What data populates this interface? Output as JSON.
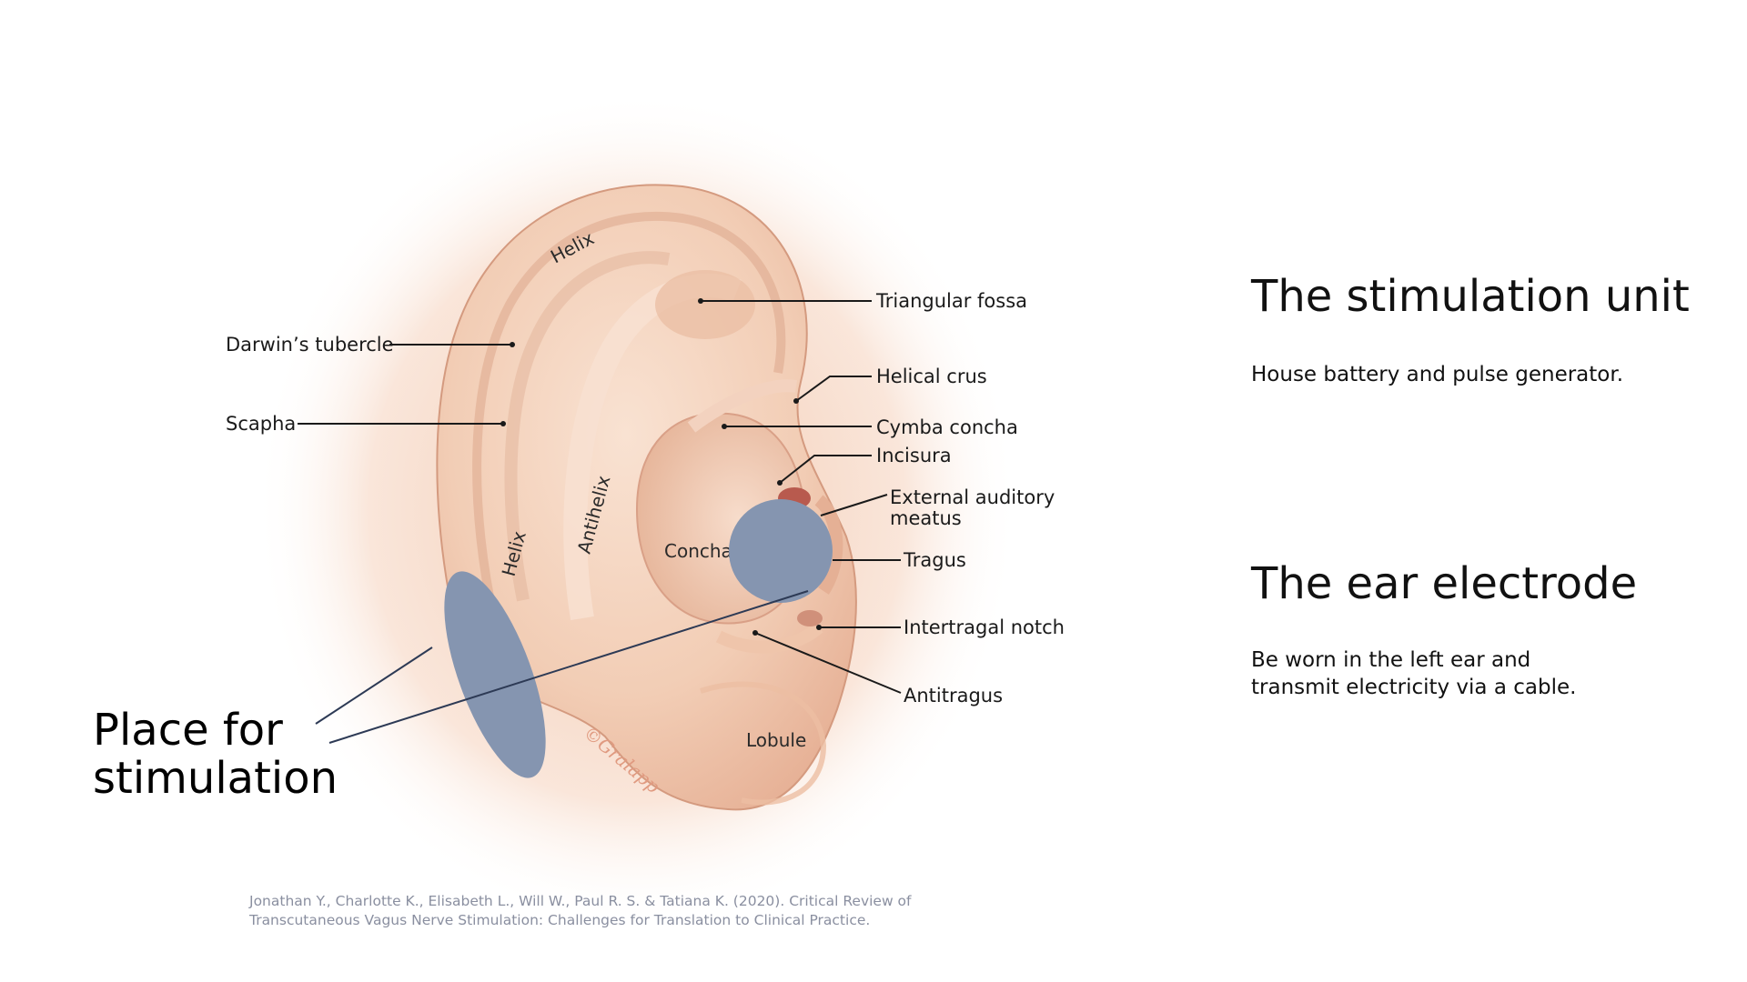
{
  "colors": {
    "electrode_marker": "#8595b0",
    "skin_light": "#f6d9c7",
    "skin_mid": "#eec3a8",
    "skin_shadow": "#d9a085",
    "signature": "#e09a80"
  },
  "ear_labels": {
    "helix_top": "Helix",
    "helix_side": "Helix",
    "antihelix": "Antihelix",
    "concha": "Concha",
    "lobule": "Lobule",
    "signature": "©Gralapp"
  },
  "callouts": {
    "triangular_fossa": "Triangular fossa",
    "darwins_tubercle": "Darwin’s tubercle",
    "helical_crus": "Helical crus",
    "scapha": "Scapha",
    "cymba_concha": "Cymba concha",
    "incisura": "Incisura",
    "external_auditory_meatus_line1": "External auditory",
    "external_auditory_meatus_line2": "meatus",
    "tragus": "Tragus",
    "intertragal_notch": "Intertragal notch",
    "antitragus": "Antitragus"
  },
  "stimulation": {
    "place_label": "Place for stimulation"
  },
  "info": {
    "unit_heading": "The stimulation unit",
    "unit_description": "House battery and pulse generator.",
    "electrode_heading": "The ear electrode",
    "electrode_description": "Be worn in the left ear and transmit electricity via a cable."
  },
  "citation": "Jonathan Y., Charlotte K., Elisabeth L., Will W., Paul R. S. & Tatiana K. (2020). Critical Review of Transcutaneous Vagus Nerve Stimulation: Challenges for Translation to Clinical Practice."
}
